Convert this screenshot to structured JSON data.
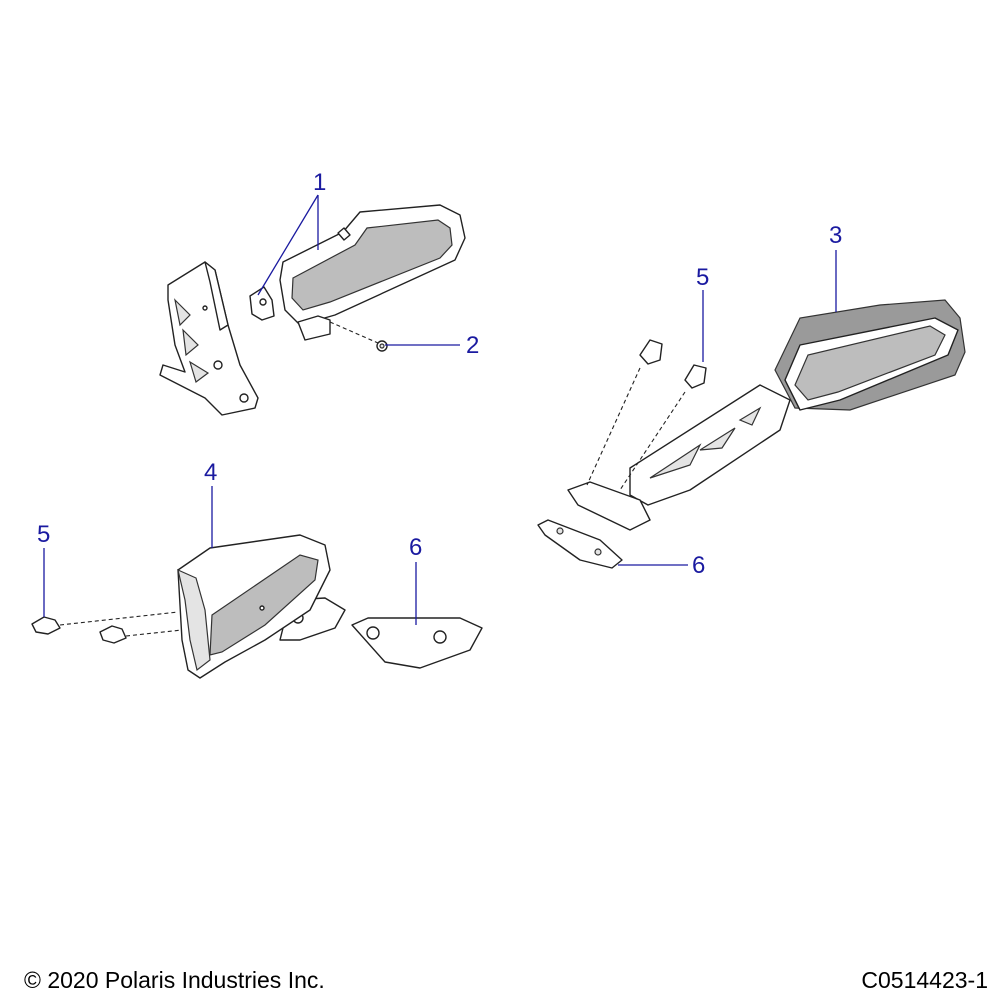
{
  "callouts": [
    {
      "id": "1",
      "label": "1"
    },
    {
      "id": "2",
      "label": "2"
    },
    {
      "id": "3",
      "label": "3"
    },
    {
      "id": "4",
      "label": "4"
    },
    {
      "id": "5a",
      "label": "5"
    },
    {
      "id": "5b",
      "label": "5"
    },
    {
      "id": "6a",
      "label": "6"
    },
    {
      "id": "6b",
      "label": "6"
    }
  ],
  "footer": {
    "copyright": "© 2020 Polaris Industries Inc.",
    "drawing_number": "C0514423-1"
  },
  "colors": {
    "callout": "#1a1aa0",
    "glass": "#bdbdbd",
    "outline": "#222222"
  }
}
